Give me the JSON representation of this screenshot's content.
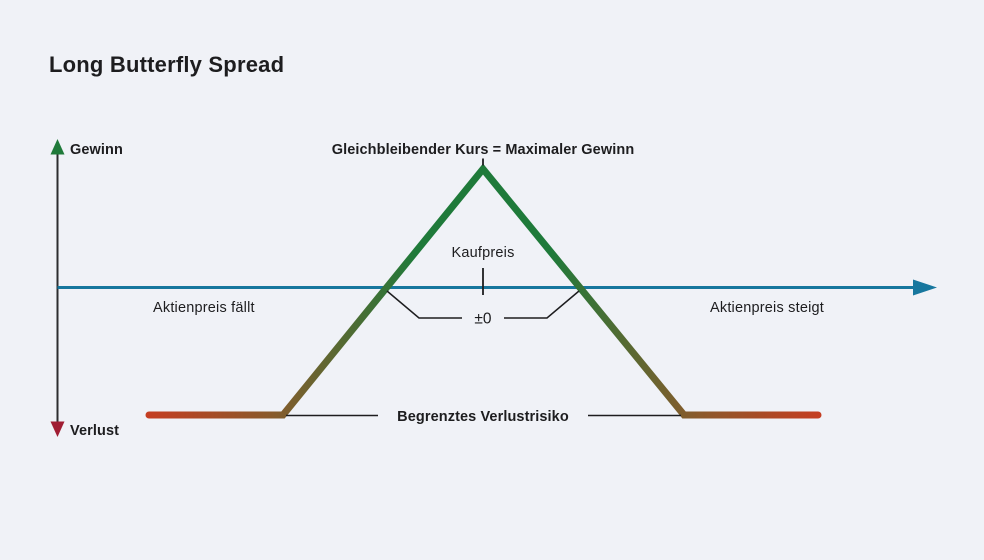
{
  "title": "Long Butterfly Spread",
  "colors": {
    "background": "#f0f2f7",
    "text": "#1d1d1f",
    "axis_dark": "#2d2d2f",
    "arrow_green": "#1f7a3a",
    "arrow_dark_red": "#a01d33",
    "axis_blue": "#17779e",
    "payoff_red": "#c43e22",
    "payoff_brown": "#8a5a2b",
    "payoff_green": "#1f7a3a"
  },
  "axes": {
    "y_top_label": "Gewinn",
    "y_bottom_label": "Verlust",
    "x_left_label": "Aktienpreis fällt",
    "x_right_label": "Aktienpreis steigt"
  },
  "annotations": {
    "peak_label": "Gleichbleibender Kurs = Maximaler Gewinn",
    "purchase_price_label": "Kaufpreis",
    "breakeven_label": "±0",
    "limited_loss_label": "Begrenztes Verlustrisiko"
  }
}
